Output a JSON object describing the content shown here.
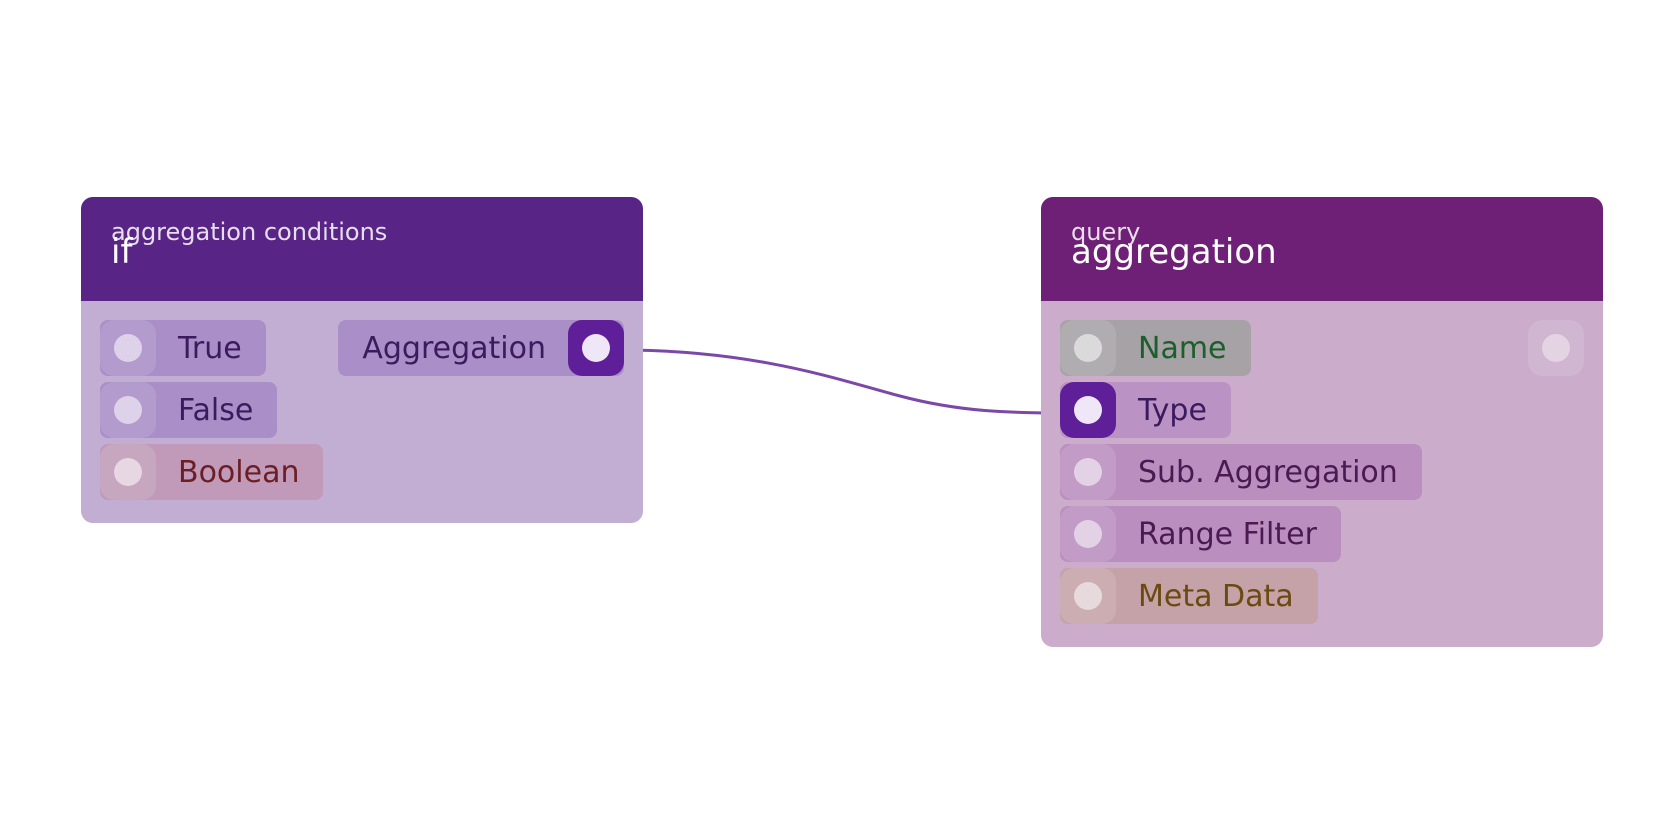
{
  "colors": {
    "canvas_bg": "#ffffff",
    "wire": "#7b48a8",
    "if_header": "#582486",
    "if_body": "#c1aed2",
    "aggregation_header": "#6e2077",
    "aggregation_body": "#cbaccb",
    "socket_connected": "#5f1f98"
  },
  "nodes": {
    "if_node": {
      "category": "aggregation conditions",
      "title": "if",
      "inputs": [
        {
          "label": "True",
          "connected": false,
          "port_bg": "#a98ec8",
          "text_color": "#3a1b5e"
        },
        {
          "label": "False",
          "connected": false,
          "port_bg": "#a98ec8",
          "text_color": "#3a1b5e"
        },
        {
          "label": "Boolean",
          "connected": false,
          "port_bg": "#c09ab8",
          "text_color": "#6b1e24"
        }
      ],
      "outputs": [
        {
          "label": "Aggregation",
          "connected": true,
          "port_bg": "#a98ec8",
          "text_color": "#3a1b5e"
        }
      ]
    },
    "aggregation_node": {
      "category": "query",
      "title": "aggregation",
      "inputs": [
        {
          "label": "Name",
          "connected": false,
          "port_bg": "#a6a2a6",
          "text_color": "#1d5e2c"
        },
        {
          "label": "Type",
          "connected": true,
          "port_bg": "#bb92c4",
          "text_color": "#3a1b5e"
        },
        {
          "label": "Sub. Aggregation",
          "connected": false,
          "port_bg": "#ba8fbf",
          "text_color": "#4a1a52"
        },
        {
          "label": "Range Filter",
          "connected": false,
          "port_bg": "#ba8fbf",
          "text_color": "#4a1a52"
        },
        {
          "label": "Meta Data",
          "connected": false,
          "port_bg": "#c4a2a8",
          "text_color": "#6b4a12"
        }
      ],
      "outputs": [
        {
          "label": "",
          "connected": false
        }
      ]
    }
  },
  "connections": [
    {
      "from": "if_node.outputs.0",
      "to": "aggregation_node.inputs.1"
    }
  ]
}
